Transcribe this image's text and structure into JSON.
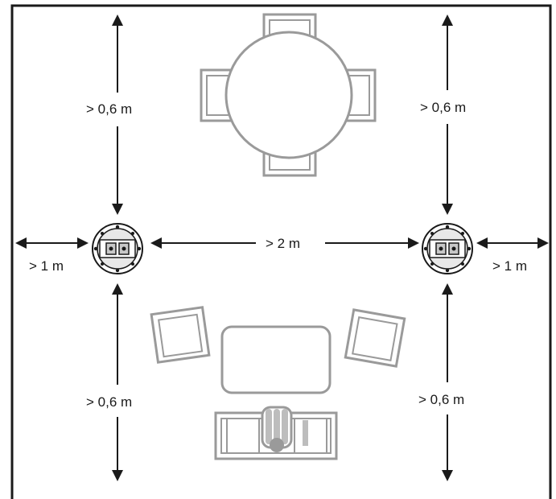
{
  "labels": {
    "top_left_clearance": "> 0,6 m",
    "top_right_clearance": "> 0,6 m",
    "bottom_left_clearance": "> 0,6 m",
    "bottom_right_clearance": "> 0,6 m",
    "left_wall_clearance": "> 1 m",
    "right_wall_clearance": "> 1 m",
    "speaker_spacing": "> 2 m"
  },
  "colors": {
    "outline": "#1a1a1a",
    "furniture": "#9a9a9a"
  },
  "icons": {
    "speaker": "ceiling-speaker-icon"
  }
}
